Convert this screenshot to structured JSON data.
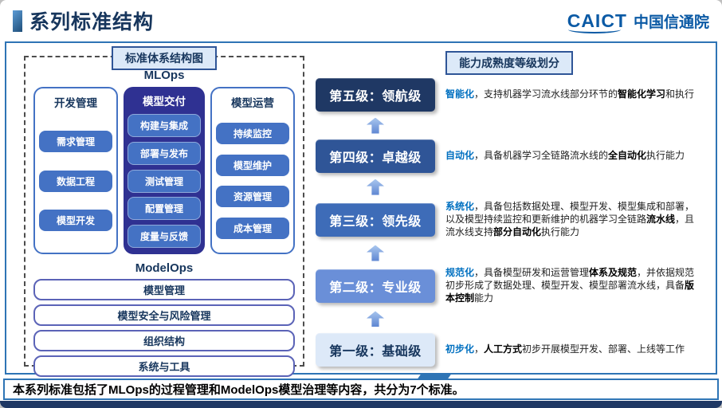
{
  "header": {
    "title": "系列标准结构",
    "logo_en": "CAICT",
    "logo_cn": "中国信通院"
  },
  "left_panel": {
    "badge": "标准体系结构图",
    "mlops_title": "MLOps",
    "columns": [
      {
        "title": "开发管理",
        "items": [
          "需求管理",
          "数据工程",
          "模型开发"
        ]
      },
      {
        "title": "模型交付",
        "items": [
          "构建与集成",
          "部署与发布",
          "测试管理",
          "配置管理",
          "度量与反馈"
        ]
      },
      {
        "title": "模型运营",
        "items": [
          "持续监控",
          "模型维护",
          "资源管理",
          "成本管理"
        ]
      }
    ],
    "modelops_title": "ModelOps",
    "modelops_bars": [
      "模型管理",
      "模型安全与风险管理",
      "组织结构",
      "系统与工具"
    ]
  },
  "right_panel": {
    "badge": "能力成熟度等级划分",
    "levels": [
      {
        "label": "第五级：领航级",
        "seg": [
          "智能化",
          "，支持机器学习流水线部分环节的",
          "智能化学习",
          "和执行"
        ]
      },
      {
        "label": "第四级：卓越级",
        "seg": [
          "自动化",
          "，具备机器学习全链路流水线的",
          "全自动化",
          "执行能力"
        ]
      },
      {
        "label": "第三级：领先级",
        "seg": [
          "系统化",
          "，具备包括数据处理、模型开发、模型集成和部署，以及模型持续监控和更新维护的机器学习全链路",
          "流水线",
          "，且流水线支持",
          "部分自动化",
          "执行能力"
        ]
      },
      {
        "label": "第二级：专业级",
        "seg": [
          "规范化",
          "，具备模型研发和运营管理",
          "体系及规范",
          "，并依据规范初步形成了数据处理、模型开发、模型部署流水线，具备",
          "版本控制",
          "能力"
        ]
      },
      {
        "label": "第一级：基础级",
        "seg": [
          "初步化",
          "，",
          "人工方式",
          "初步开展模型开发、部署、上线等工作"
        ]
      }
    ]
  },
  "footer": {
    "text": "本系列标准包括了MLOps的过程管理和ModelOps模型治理等内容，共分为7个标准。"
  },
  "colors": {
    "title_navy": "#17365D",
    "frame_blue": "#2E74B5",
    "pill_blue": "#4472C4",
    "delivery_indigo": "#2F3192",
    "keyword_blue": "#0070C0",
    "level_colors": [
      "#1F3864",
      "#2F5597",
      "#3E6CB8",
      "#6A8FD8",
      "#DDE9F8"
    ],
    "bottom_bar_navy": "#1F3864"
  }
}
